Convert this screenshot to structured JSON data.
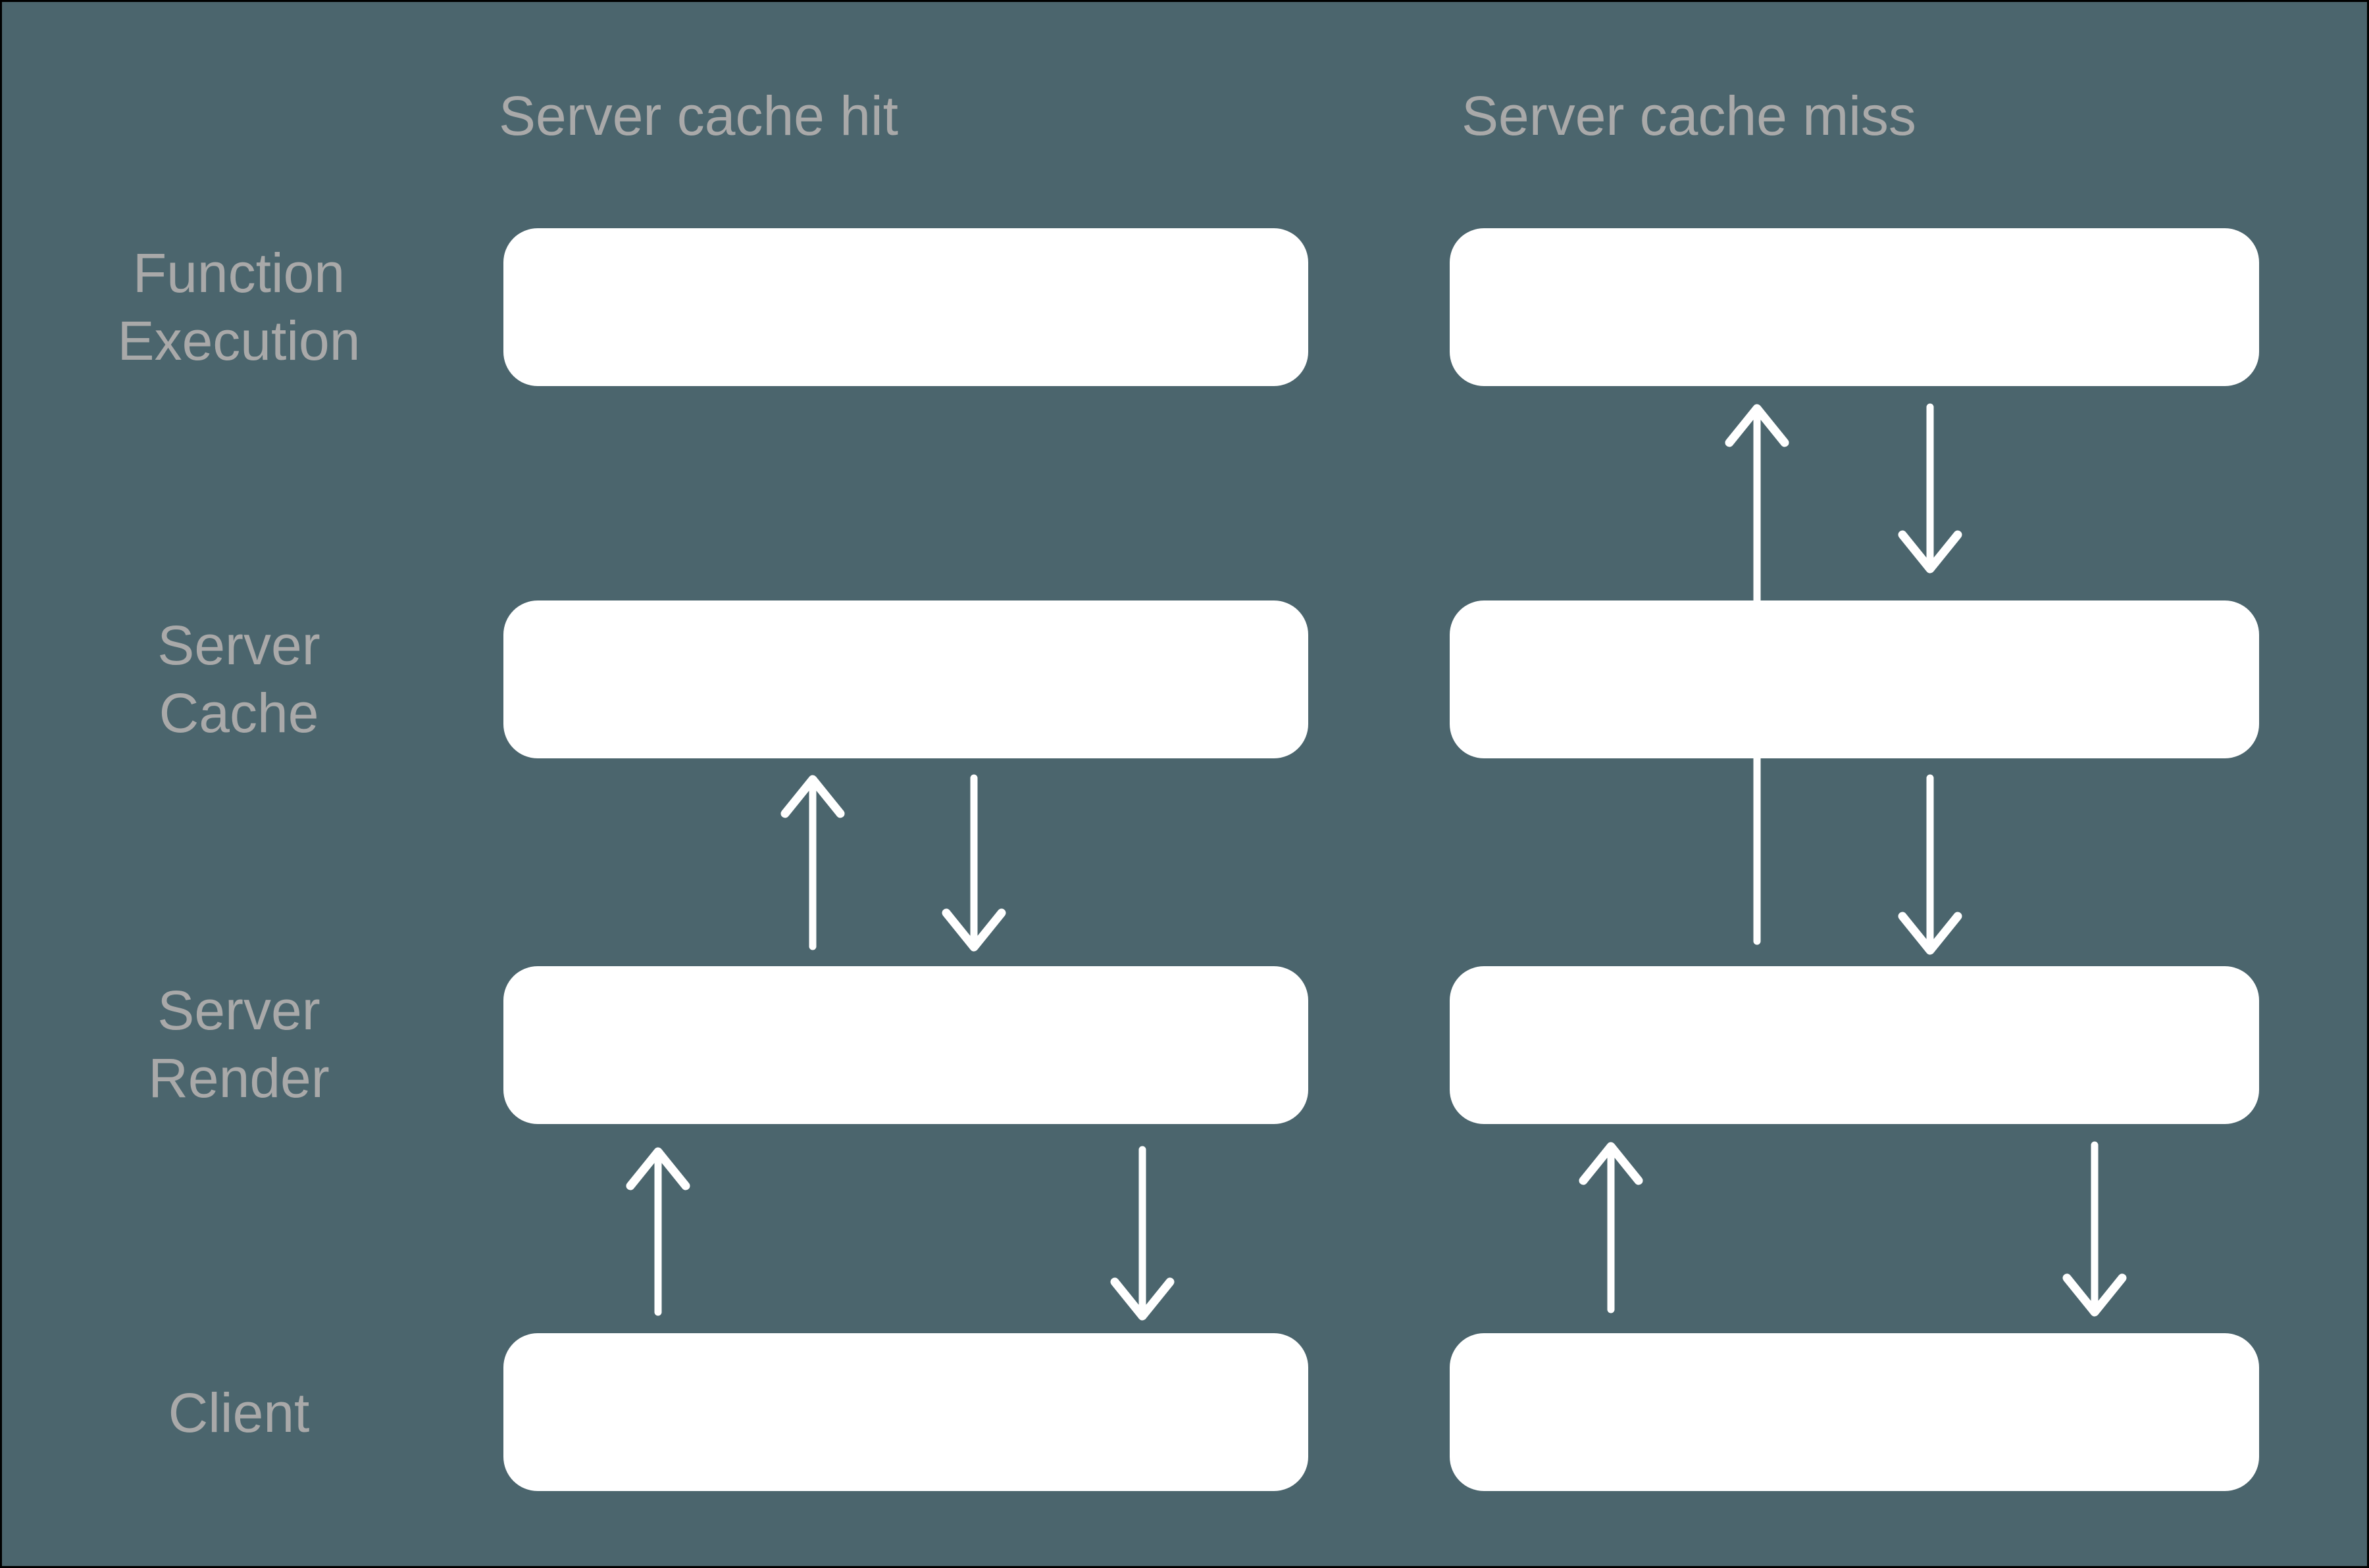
{
  "diagram": {
    "columns": [
      {
        "header": "Server cache hit"
      },
      {
        "header": "Server cache miss"
      }
    ],
    "row_labels": [
      {
        "lines": [
          "Function",
          "Execution"
        ]
      },
      {
        "lines": [
          "Server",
          "Cache"
        ]
      },
      {
        "lines": [
          "Server",
          "Render"
        ]
      },
      {
        "lines": [
          "Client"
        ]
      }
    ],
    "boxes": [
      {
        "row": "Function Execution",
        "column": "Server cache hit"
      },
      {
        "row": "Function Execution",
        "column": "Server cache miss"
      },
      {
        "row": "Server Cache",
        "column": "Server cache hit"
      },
      {
        "row": "Server Cache",
        "column": "Server cache miss"
      },
      {
        "row": "Server Render",
        "column": "Server cache hit"
      },
      {
        "row": "Server Render",
        "column": "Server cache miss"
      },
      {
        "row": "Client",
        "column": "Server cache hit"
      },
      {
        "row": "Client",
        "column": "Server cache miss"
      }
    ],
    "colors": {
      "background": "#4b656d",
      "box_fill": "#ffffff",
      "label_text": "#a9a9a9",
      "arrow": "#ffffff",
      "border": "#000000"
    }
  }
}
